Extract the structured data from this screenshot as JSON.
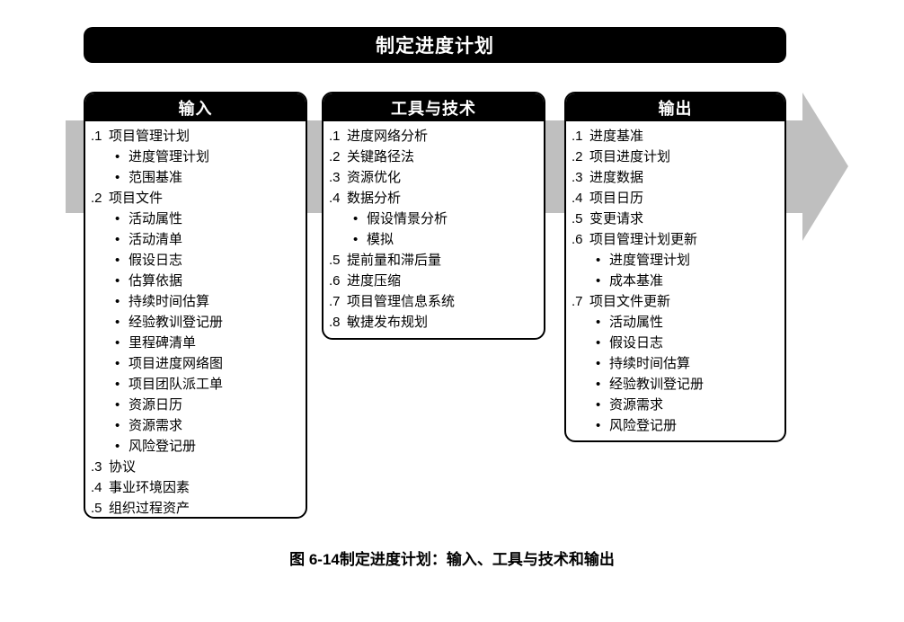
{
  "title": "制定进度计划",
  "caption": "图 6-14制定进度计划：输入、工具与技术和输出",
  "colors": {
    "header_bg": "#000000",
    "header_text": "#ffffff",
    "arrow_gray": "#bfbfbf",
    "box_border": "#000000",
    "page_bg": "#ffffff"
  },
  "boxes": [
    {
      "header": "输入",
      "items": [
        {
          "n": ".1",
          "text": "项目管理计划"
        },
        {
          "bullet": true,
          "text": "进度管理计划"
        },
        {
          "bullet": true,
          "text": "范围基准"
        },
        {
          "n": ".2",
          "text": "项目文件"
        },
        {
          "bullet": true,
          "text": "活动属性"
        },
        {
          "bullet": true,
          "text": "活动清单"
        },
        {
          "bullet": true,
          "text": "假设日志"
        },
        {
          "bullet": true,
          "text": "估算依据"
        },
        {
          "bullet": true,
          "text": "持续时间估算"
        },
        {
          "bullet": true,
          "text": "经验教训登记册"
        },
        {
          "bullet": true,
          "text": "里程碑清单"
        },
        {
          "bullet": true,
          "text": "项目进度网络图"
        },
        {
          "bullet": true,
          "text": "项目团队派工单"
        },
        {
          "bullet": true,
          "text": "资源日历"
        },
        {
          "bullet": true,
          "text": "资源需求"
        },
        {
          "bullet": true,
          "text": "风险登记册"
        },
        {
          "n": ".3",
          "text": "协议"
        },
        {
          "n": ".4",
          "text": "事业环境因素"
        },
        {
          "n": ".5",
          "text": "组织过程资产"
        }
      ]
    },
    {
      "header": "工具与技术",
      "items": [
        {
          "n": ".1",
          "text": "进度网络分析"
        },
        {
          "n": ".2",
          "text": "关键路径法"
        },
        {
          "n": ".3",
          "text": "资源优化"
        },
        {
          "n": ".4",
          "text": "数据分析"
        },
        {
          "bullet": true,
          "text": "假设情景分析"
        },
        {
          "bullet": true,
          "text": "模拟"
        },
        {
          "n": ".5",
          "text": "提前量和滞后量"
        },
        {
          "n": ".6",
          "text": "进度压缩"
        },
        {
          "n": ".7",
          "text": "项目管理信息系统"
        },
        {
          "n": ".8",
          "text": "敏捷发布规划"
        }
      ]
    },
    {
      "header": "输出",
      "items": [
        {
          "n": ".1",
          "text": "进度基准"
        },
        {
          "n": ".2",
          "text": "项目进度计划"
        },
        {
          "n": ".3",
          "text": "进度数据"
        },
        {
          "n": ".4",
          "text": "项目日历"
        },
        {
          "n": ".5",
          "text": "变更请求"
        },
        {
          "n": ".6",
          "text": "项目管理计划更新"
        },
        {
          "bullet": true,
          "text": "进度管理计划"
        },
        {
          "bullet": true,
          "text": "成本基准"
        },
        {
          "n": ".7",
          "text": "项目文件更新"
        },
        {
          "bullet": true,
          "text": "活动属性"
        },
        {
          "bullet": true,
          "text": "假设日志"
        },
        {
          "bullet": true,
          "text": "持续时间估算"
        },
        {
          "bullet": true,
          "text": "经验教训登记册"
        },
        {
          "bullet": true,
          "text": "资源需求"
        },
        {
          "bullet": true,
          "text": "风险登记册"
        }
      ]
    }
  ]
}
